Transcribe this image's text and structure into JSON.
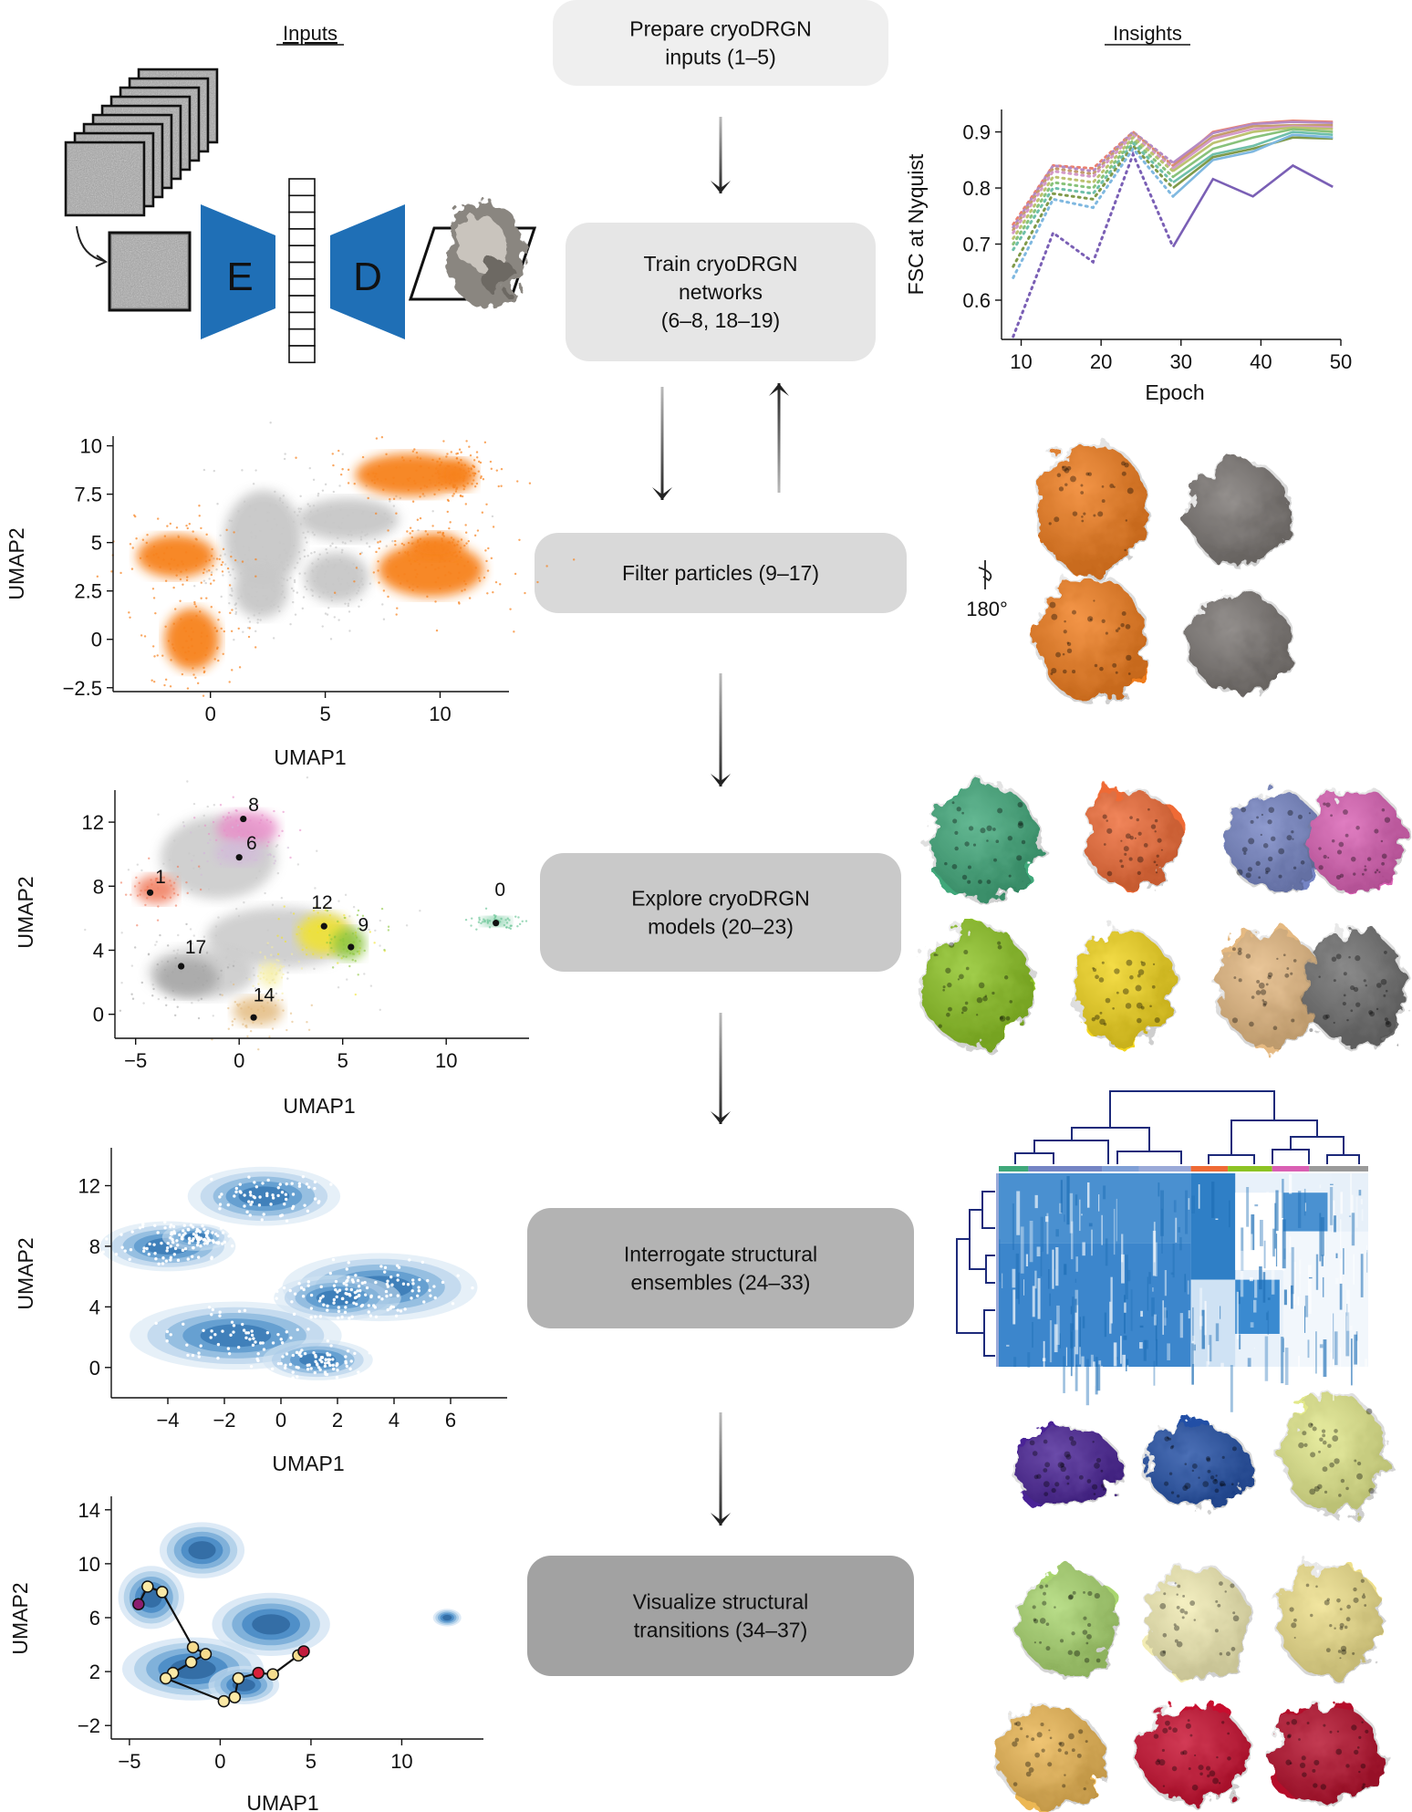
{
  "headers": {
    "inputs": "Inputs",
    "insights": "Insights"
  },
  "steps": [
    {
      "label_lines": [
        "Prepare cryoDRGN",
        "inputs (1–5)"
      ],
      "fill": "#efefef"
    },
    {
      "label_lines": [
        "Train cryoDRGN",
        "networks",
        "(6–8, 18–19)"
      ],
      "fill": "#e6e6e6"
    },
    {
      "label_lines": [
        "Filter particles (9–17)"
      ],
      "fill": "#d9d9d9"
    },
    {
      "label_lines": [
        "Explore cryoDRGN",
        "models (20–23)"
      ],
      "fill": "#c9c9c9"
    },
    {
      "label_lines": [
        "Interrogate structural",
        "ensembles (24–33)"
      ],
      "fill": "#b3b3b3"
    },
    {
      "label_lines": [
        "Visualize structural",
        "transitions (34–37)"
      ],
      "fill": "#a2a2a2"
    }
  ],
  "vae": {
    "encoder_label": "E",
    "decoder_label": "D"
  },
  "rotation_label": "180°",
  "colors": {
    "orange": "#f7821e",
    "blue": "#1f6fb6",
    "arrow": "#222222"
  },
  "chart_data": [
    {
      "type": "line",
      "panel": "fsc",
      "xlabel": "Epoch",
      "ylabel": "FSC at Nyquist",
      "xlim": [
        8,
        50
      ],
      "ylim": [
        0.53,
        0.94
      ],
      "xticks": [
        10,
        20,
        30,
        40,
        50
      ],
      "yticks": [
        0.6,
        0.7,
        0.8,
        0.9
      ],
      "x": [
        9,
        14,
        19,
        24,
        29,
        34,
        39,
        44,
        49
      ],
      "split_epoch": 29,
      "series": [
        {
          "color": "#e98070",
          "values": [
            0.735,
            0.84,
            0.835,
            0.9,
            0.84,
            0.9,
            0.915,
            0.92,
            0.918
          ]
        },
        {
          "color": "#b48ac4",
          "values": [
            0.73,
            0.84,
            0.83,
            0.9,
            0.845,
            0.898,
            0.914,
            0.918,
            0.916
          ]
        },
        {
          "color": "#c59c6e",
          "values": [
            0.725,
            0.835,
            0.825,
            0.898,
            0.838,
            0.892,
            0.91,
            0.912,
            0.912
          ]
        },
        {
          "color": "#d49ac8",
          "values": [
            0.72,
            0.83,
            0.82,
            0.895,
            0.835,
            0.888,
            0.905,
            0.91,
            0.908
          ]
        },
        {
          "color": "#bcc270",
          "values": [
            0.71,
            0.82,
            0.81,
            0.89,
            0.83,
            0.88,
            0.9,
            0.908,
            0.905
          ]
        },
        {
          "color": "#88c27a",
          "values": [
            0.7,
            0.81,
            0.8,
            0.885,
            0.82,
            0.87,
            0.89,
            0.905,
            0.9
          ]
        },
        {
          "color": "#6fbfaa",
          "values": [
            0.69,
            0.8,
            0.79,
            0.88,
            0.81,
            0.86,
            0.875,
            0.9,
            0.895
          ]
        },
        {
          "color": "#7f9a4a",
          "values": [
            0.66,
            0.79,
            0.78,
            0.875,
            0.8,
            0.855,
            0.87,
            0.89,
            0.888
          ]
        },
        {
          "color": "#7fb8e0",
          "values": [
            0.64,
            0.78,
            0.765,
            0.87,
            0.785,
            0.85,
            0.865,
            0.895,
            0.89
          ]
        },
        {
          "color": "#7a5fb5",
          "values": [
            0.535,
            0.72,
            0.668,
            0.86,
            0.695,
            0.816,
            0.785,
            0.84,
            0.802
          ]
        }
      ]
    },
    {
      "type": "scatter",
      "panel": "filter-umap",
      "xlabel": "UMAP1",
      "ylabel": "UMAP2",
      "xlim": [
        -4,
        13
      ],
      "ylim": [
        -2.7,
        10.5
      ],
      "xticks": [
        0,
        5,
        10
      ],
      "yticks": [
        -2.5,
        0,
        2.5,
        5,
        7.5,
        10
      ],
      "clusters": [
        {
          "name": "kept",
          "color": "#f7821e",
          "blobs": [
            [
              8.7,
              8.5,
              2.4,
              1.1
            ],
            [
              10.8,
              8.5,
              0.8,
              0.8
            ],
            [
              -1.5,
              4.3,
              1.7,
              1.1
            ],
            [
              -0.8,
              0.0,
              1.2,
              1.6
            ],
            [
              9.6,
              3.6,
              2.3,
              1.4
            ],
            [
              9.8,
              4.8,
              1.2,
              0.7
            ]
          ]
        },
        {
          "name": "filtered",
          "color": "#c8c8c8",
          "blobs": [
            [
              2.3,
              5.2,
              1.7,
              2.5
            ],
            [
              2.2,
              2.5,
              1.2,
              1.4
            ],
            [
              6.0,
              6.2,
              2.2,
              1.1
            ],
            [
              5.5,
              3.2,
              1.4,
              1.3
            ]
          ]
        }
      ]
    },
    {
      "type": "scatter",
      "panel": "explore-umap",
      "xlabel": "UMAP1",
      "ylabel": "UMAP2",
      "xlim": [
        -6,
        14
      ],
      "ylim": [
        -1.5,
        14
      ],
      "xticks": [
        -5,
        0,
        5,
        10
      ],
      "yticks": [
        0,
        4,
        8,
        12
      ],
      "labels": [
        {
          "text": "8",
          "x": 0.2,
          "y": 12.2,
          "lx": 0.7,
          "ly": 12.7
        },
        {
          "text": "6",
          "x": 0.0,
          "y": 9.8,
          "lx": 0.6,
          "ly": 10.3
        },
        {
          "text": "1",
          "x": -4.3,
          "y": 7.6,
          "lx": -3.8,
          "ly": 8.2
        },
        {
          "text": "12",
          "x": 4.1,
          "y": 5.5,
          "lx": 4.0,
          "ly": 6.6
        },
        {
          "text": "9",
          "x": 5.4,
          "y": 4.2,
          "lx": 6.0,
          "ly": 5.2
        },
        {
          "text": "0",
          "x": 12.4,
          "y": 5.7,
          "lx": 12.6,
          "ly": 7.4
        },
        {
          "text": "17",
          "x": -2.8,
          "y": 3.0,
          "lx": -2.1,
          "ly": 3.8
        },
        {
          "text": "14",
          "x": 0.7,
          "y": -0.2,
          "lx": 1.2,
          "ly": 0.8
        }
      ],
      "blobs": [
        {
          "color": "#c8c8c8",
          "cx": -1.0,
          "cy": 9.8,
          "rx": 2.8,
          "ry": 2.6
        },
        {
          "color": "#e88fc9",
          "cx": 0.4,
          "cy": 11.6,
          "rx": 1.5,
          "ry": 1.1
        },
        {
          "color": "#d2bbd9",
          "cx": 0.0,
          "cy": 10.1,
          "rx": 1.2,
          "ry": 0.8
        },
        {
          "color": "#f07a5c",
          "cx": -4.0,
          "cy": 7.8,
          "rx": 1.0,
          "ry": 0.9
        },
        {
          "color": "#c8c8c8",
          "cx": 2.0,
          "cy": 4.8,
          "rx": 3.6,
          "ry": 1.9
        },
        {
          "color": "#c8c8c8",
          "cx": -1.8,
          "cy": 2.6,
          "rx": 2.6,
          "ry": 1.6
        },
        {
          "color": "#f2e32a",
          "cx": 4.1,
          "cy": 5.0,
          "rx": 1.3,
          "ry": 1.3
        },
        {
          "color": "#8cc63e",
          "cx": 5.3,
          "cy": 4.4,
          "rx": 0.8,
          "ry": 1.0
        },
        {
          "color": "#a6a6a6",
          "cx": -2.5,
          "cy": 2.3,
          "rx": 1.5,
          "ry": 1.2
        },
        {
          "color": "#e3bb80",
          "cx": 0.9,
          "cy": 0.2,
          "rx": 1.2,
          "ry": 0.9
        },
        {
          "color": "#5cbf8c",
          "cx": 12.4,
          "cy": 5.8,
          "rx": 0.7,
          "ry": 0.3
        },
        {
          "color": "#f5eda0",
          "cx": 1.5,
          "cy": 2.5,
          "rx": 0.5,
          "ry": 0.8
        }
      ]
    },
    {
      "type": "scatter",
      "panel": "ensemble-umap",
      "xlabel": "UMAP1",
      "ylabel": "UMAP2",
      "xlim": [
        -6,
        8
      ],
      "ylim": [
        -2,
        14.5
      ],
      "xticks": [
        -4,
        -2,
        0,
        2,
        4,
        6
      ],
      "yticks": [
        0,
        4,
        8,
        12
      ],
      "density_blobs": [
        [
          -0.6,
          11.3,
          1.8,
          1.3
        ],
        [
          -4.0,
          8.0,
          1.6,
          1.1
        ],
        [
          3.5,
          5.3,
          2.3,
          1.5
        ],
        [
          -1.6,
          2.1,
          2.5,
          1.5
        ],
        [
          1.3,
          0.5,
          1.3,
          0.9
        ],
        [
          -3.0,
          8.6,
          0.8,
          0.6
        ],
        [
          2.0,
          4.6,
          1.5,
          1.0
        ]
      ]
    },
    {
      "type": "line",
      "panel": "trajectory-umap",
      "xlabel": "UMAP1",
      "ylabel": "UMAP2",
      "xlim": [
        -6,
        14.5
      ],
      "ylim": [
        -3,
        15
      ],
      "xticks": [
        -5,
        0,
        5,
        10
      ],
      "yticks": [
        -2,
        2,
        6,
        10,
        14
      ],
      "x": [
        -4.5,
        -4.0,
        -3.2,
        -1.5,
        -0.8,
        -1.6,
        -2.6,
        -3.0,
        0.2,
        0.8,
        1.0,
        2.1,
        2.9,
        4.3,
        4.6
      ],
      "y": [
        7.0,
        8.3,
        7.9,
        3.8,
        3.3,
        2.7,
        1.9,
        1.5,
        -0.2,
        0.1,
        1.5,
        1.9,
        1.8,
        3.2,
        3.5
      ],
      "point_colors": [
        "#8b1d6f",
        "#fbe9a6",
        "#fbe9a6",
        "#f6dc8e",
        "#f6dc8e",
        "#fbe9a6",
        "#fbe9a6",
        "#fbe9a6",
        "#fbe9a6",
        "#fbe9a6",
        "#fbe9a6",
        "#d81f3a",
        "#f6dc8e",
        "#f6dc8e",
        "#c21d3c"
      ],
      "density_blobs": [
        [
          -1.0,
          11.0,
          1.8,
          1.6
        ],
        [
          2.8,
          5.5,
          2.5,
          1.8
        ],
        [
          -1.5,
          2.2,
          3.0,
          1.8
        ],
        [
          -3.8,
          7.5,
          1.4,
          1.8
        ],
        [
          1.3,
          1.0,
          1.5,
          1.1
        ],
        [
          12.5,
          6.0,
          0.6,
          0.5
        ]
      ]
    }
  ],
  "map_colors": {
    "filter": [
      "#f07c1c",
      "#f07c1c",
      "#7a7572",
      "#7a7572"
    ],
    "explore": [
      "#3fa87a",
      "#ef6a35",
      "#7484c4",
      "#d95fb3",
      "#8cc324",
      "#f2d51f",
      "#e5b981",
      "#6e6e6e"
    ],
    "transitions": [
      "#4a2196",
      "#2450a6",
      "#e2e88a",
      "#a9d66e",
      "#f2ecb3",
      "#efe08a",
      "#ecb753",
      "#c8102e",
      "#b50f2a"
    ]
  }
}
